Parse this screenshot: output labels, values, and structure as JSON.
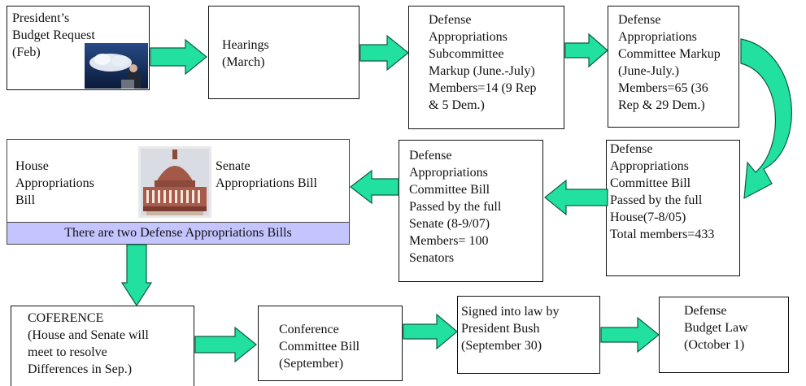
{
  "row1": {
    "budget_request": "President’s\nBudget Request\n(Feb)",
    "hearings": "Hearings\n(March)",
    "subcommittee_markup": "Defense\nAppropriations\nSubcommittee\nMarkup (June.-July)\nMembers=14 (9 Rep\n& 5 Dem.)",
    "committee_markup": "Defense\nAppropriations\nCommittee Markup\n(June-July.)\nMembers=65 (36\nRep & 29 Dem.)"
  },
  "row2": {
    "house_bill": "House\nAppropriations\nBill",
    "senate_bill": "Senate\nAppropriations Bill",
    "two_bills_note": "There are two Defense Appropriations Bills",
    "senate_passed": "Defense\nAppropriations\nCommittee Bill\nPassed  by the full\nSenate (8-9/07)\nMembers= 100\nSenators",
    "house_passed": "Defense\nAppropriations\nCommittee Bill\nPassed  by the full\nHouse(7-8/05)\nTotal members=433"
  },
  "row3": {
    "conference": "COFERENCE\n(House and Senate will\nmeet to resolve\nDifferences in Sep.)",
    "conference_bill": "Conference\nCommittee Bill\n(September)",
    "signed": "Signed into law by\nPresident Bush\n(September 30)",
    "budget_law": "Defense\nBudget Law\n(October 1)"
  },
  "colors": {
    "arrow_fill": "#22e0a0",
    "arrow_stroke": "#0c5c45",
    "note_bg": "#c4c4ff"
  }
}
